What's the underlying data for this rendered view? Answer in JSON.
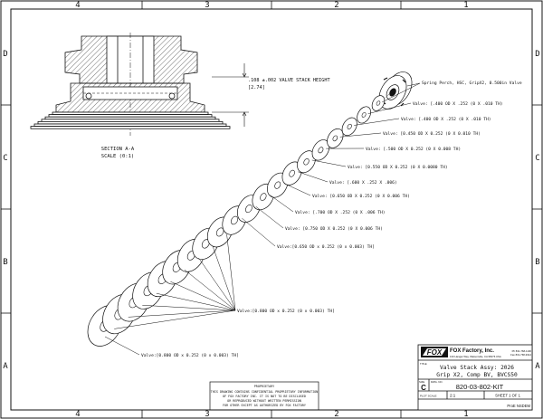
{
  "border": {
    "columns": [
      "4",
      "3",
      "2",
      "1"
    ],
    "rows": [
      "D",
      "C",
      "B",
      "A"
    ]
  },
  "section": {
    "title": "SECTION A-A",
    "scale": "SCALE (0:1)"
  },
  "dimension": {
    "value": ".108 ±.002 VALVE STACK HEIGHT",
    "metric": "[2.74]"
  },
  "callouts": [
    "Spring Perch, HSC, GripX2, 0.500in Valve",
    "Valve: [.400 OD X .252 (0 X .010 TH)",
    "Valve: [.400 OD X .252 (0 X .010 TH)",
    "Valve: [0.450 OD X 0.252 (0 X 0.010 TH)",
    "Valve: [.500 OD X 0.252 (0 X 0.008 TH)",
    "Valve: [0.550 OD X 0.252 (0 X 0.0080 TH)",
    "Valve: [.600 X .252 X .006)",
    "Valve: [0.650 OD X 0.252 (0 X 0.006 TH)",
    "Valve: [.700 OD X .252 (0 X .006 TH)",
    "Valve: [0.750 OD X 0.252 (0 X 0.006 TH)",
    "Valve:[0.650 OD x 0.252 (0 x 0.003) TH]",
    "Valve:[0.800 OD x 0.252 (0 x 0.003) TH]",
    "Valve:[0.800 OD x 0.252 (0 x 0.003) TH]"
  ],
  "proprietary": {
    "heading": "PROPRIETARY",
    "lines": [
      "THIS DRAWING CONTAINS CONFIDENTIAL PROPRIETARY INFORMATION",
      "OF FOX FACTORY INC. IT IS NOT TO BE DISCLOSED",
      "OR REPRODUCED WITHOUT WRITTEN PERMISSION",
      "FOR OTHER EXCEPT AS AUTHORIZED BY FOX FACTORY"
    ]
  },
  "title_block": {
    "logo": "FOX",
    "company": "FOX Factory, Inc.",
    "address": "130 Hangar Way, Watsonville, CA 95076 USA",
    "phone": "Ph 831-768-1100",
    "fax": "Fax 831-768-9312",
    "title_label": "TITLE",
    "title_line1": "Valve Stack Assy: 2026",
    "title_line2": "Grip X2, Comp BV, BVCS50",
    "size_label": "SIZE",
    "size": "C",
    "dwg_label": "DWG. NO.",
    "dwg_no": "820-03-802-KIT",
    "plot_label": "PLOT SCALE",
    "plot_scale": "2:1",
    "sheet": "SHEET 1 OF 1",
    "footer": "ProE NSDEM"
  }
}
